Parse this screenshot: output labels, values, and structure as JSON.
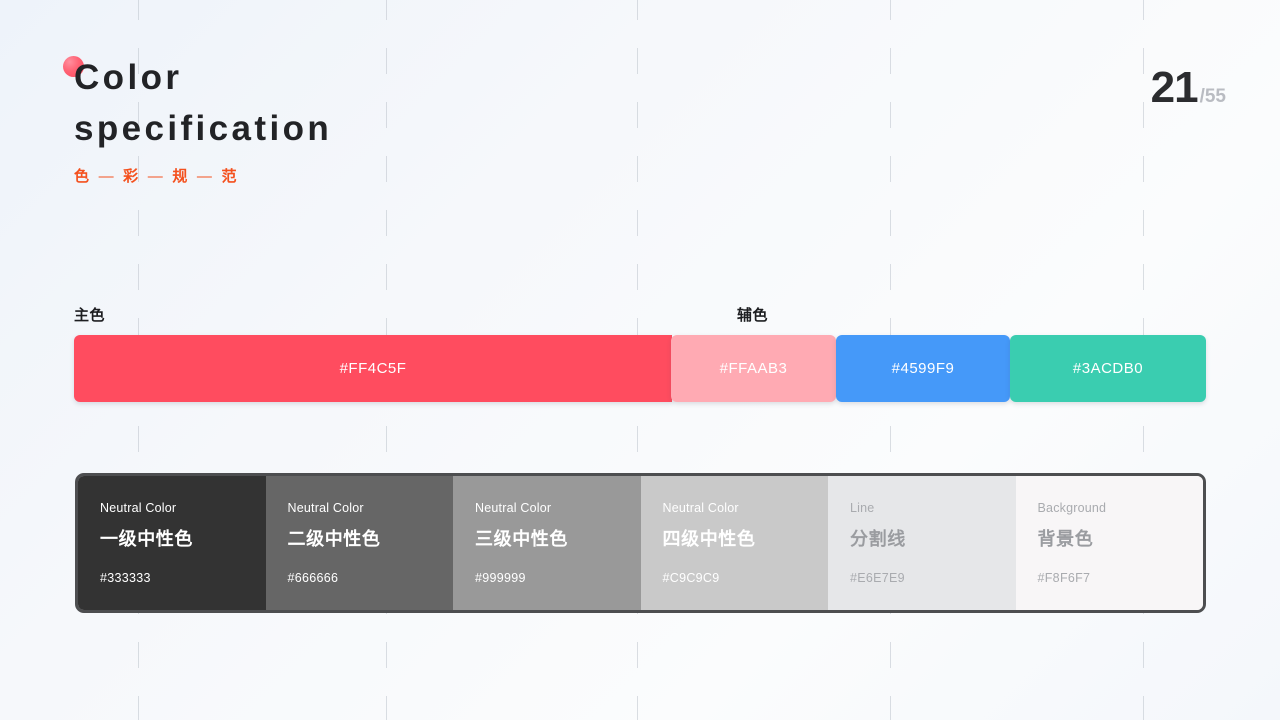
{
  "slide": {
    "title_line1": "Color",
    "title_line2": "specification",
    "subtitle_chars": [
      "色",
      "彩",
      "规",
      "范"
    ],
    "subtitle_separator": "—",
    "subtitle_full": "色 — 彩 — 规 — 范"
  },
  "pager": {
    "current": "21",
    "total": "/55"
  },
  "sections": {
    "primary_label": "主色",
    "secondary_label": "辅色"
  },
  "palette": {
    "swatches": [
      {
        "hex_label": "#FF4C5F",
        "color": "#FF4C5F",
        "role": "primary"
      },
      {
        "hex_label": "#FFAAB3",
        "color": "#FFAAB3",
        "role": "secondary"
      },
      {
        "hex_label": "#4599F9",
        "color": "#4599F9",
        "role": "secondary"
      },
      {
        "hex_label": "#3ACDB0",
        "color": "#3ACDB0",
        "role": "secondary"
      }
    ]
  },
  "neutrals": {
    "border_color": "#4D4E50",
    "cards": [
      {
        "eyebrow": "Neutral Color",
        "name": "一级中性色",
        "hex_label": "#333333",
        "color": "#333333",
        "text": "light"
      },
      {
        "eyebrow": "Neutral Color",
        "name": "二级中性色",
        "hex_label": "#666666",
        "color": "#666666",
        "text": "light"
      },
      {
        "eyebrow": "Neutral Color",
        "name": "三级中性色",
        "hex_label": "#999999",
        "color": "#999999",
        "text": "light"
      },
      {
        "eyebrow": "Neutral Color",
        "name": "四级中性色",
        "hex_label": "#C9C9C9",
        "color": "#C9C9C9",
        "text": "light"
      },
      {
        "eyebrow": "Line",
        "name": "分割线",
        "hex_label": "#E6E7E9",
        "color": "#E6E7E9",
        "text": "dark"
      },
      {
        "eyebrow": "Background",
        "name": "背景色",
        "hex_label": "#F8F6F7",
        "color": "#F8F6F7",
        "text": "dark"
      }
    ]
  },
  "grid": {
    "line_positions": [
      138,
      386,
      637,
      890,
      1143
    ]
  }
}
